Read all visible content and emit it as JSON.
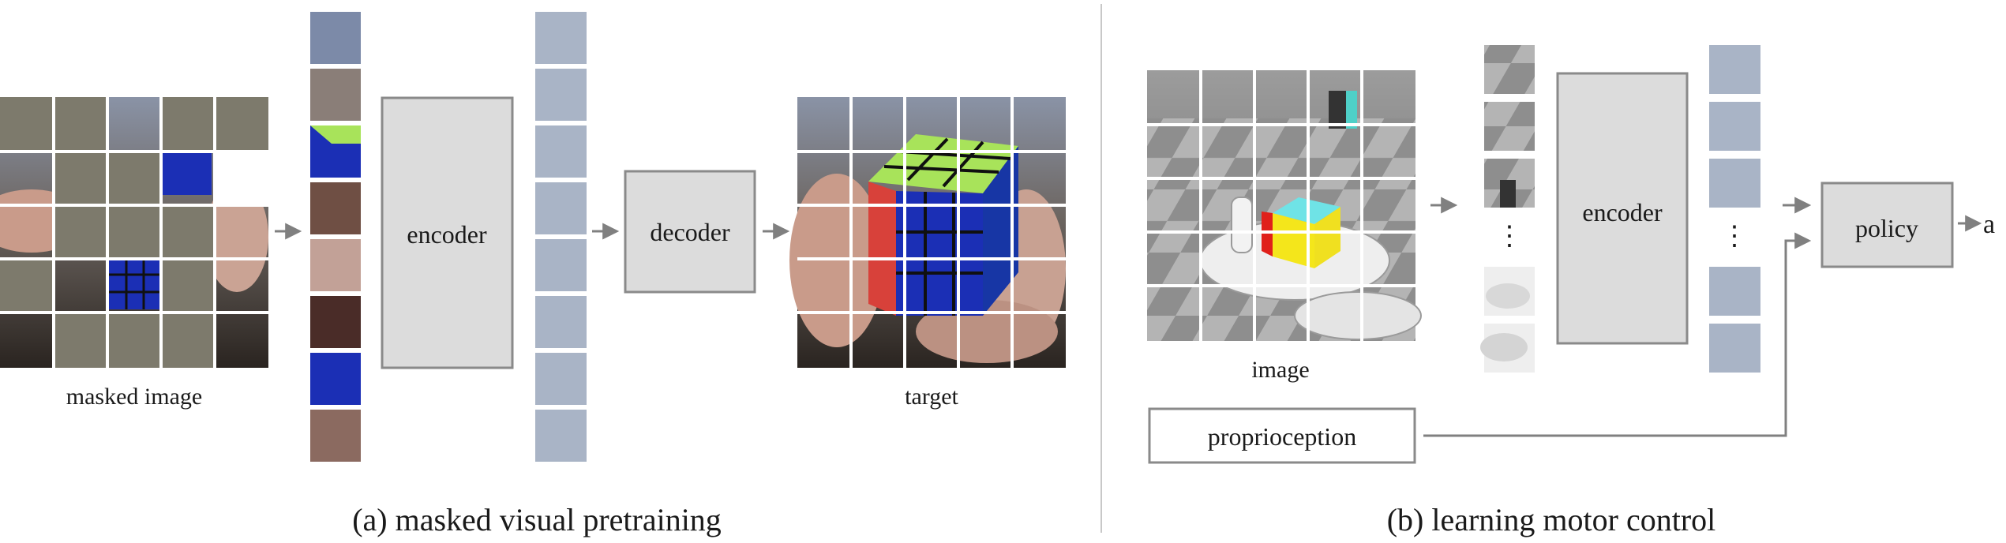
{
  "colors": {
    "mask_gray": "#7d7a6c",
    "token_blue": "#a9b4c6",
    "box_fill": "#dcdcdc",
    "box_stroke": "#8a8a8a",
    "arrow": "#808080",
    "divider": "#c8c8c8",
    "cube_green": "#a8e35a",
    "cube_blue": "#1b2fb5",
    "cube_red": "#d8413a",
    "sim_cyan": "#6fe3e6",
    "sim_yellow": "#f4e61b",
    "sim_red": "#e0201a"
  },
  "icons": [
    "arrow-right-icon",
    "vertical-dots-icon"
  ],
  "panel_a": {
    "masked_image_label": "masked image",
    "encoder_label": "encoder",
    "decoder_label": "decoder",
    "target_label": "target",
    "caption": "(a) masked visual pretraining"
  },
  "panel_b": {
    "image_label": "image",
    "encoder_label": "encoder",
    "policy_label": "policy",
    "proprioception_label": "proprioception",
    "output_label": "a",
    "ellipsis": "⋮",
    "caption": "(b) learning motor control"
  }
}
